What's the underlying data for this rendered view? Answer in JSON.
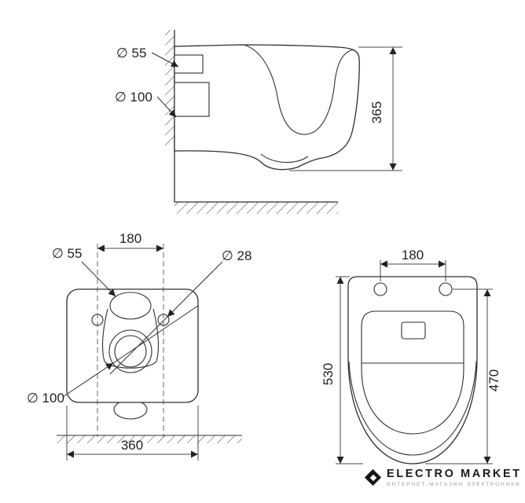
{
  "drawing": {
    "side_view": {
      "label_d55": "∅ 55",
      "label_d100": "∅ 100",
      "dim_height": "365"
    },
    "rear_view": {
      "label_d55": "∅ 55",
      "dim_hole_spacing": "180",
      "label_d28": "∅ 28",
      "label_d100": "∅ 100",
      "dim_width": "360"
    },
    "top_view": {
      "dim_hole_spacing": "180",
      "dim_length": "530",
      "dim_inner_length": "470"
    }
  },
  "logo": {
    "brand": "ELECTRO MARKET",
    "tagline": "ИНТЕРНЕТ-МАГАЗИН ЭЛЕКТРОНИКИ"
  }
}
